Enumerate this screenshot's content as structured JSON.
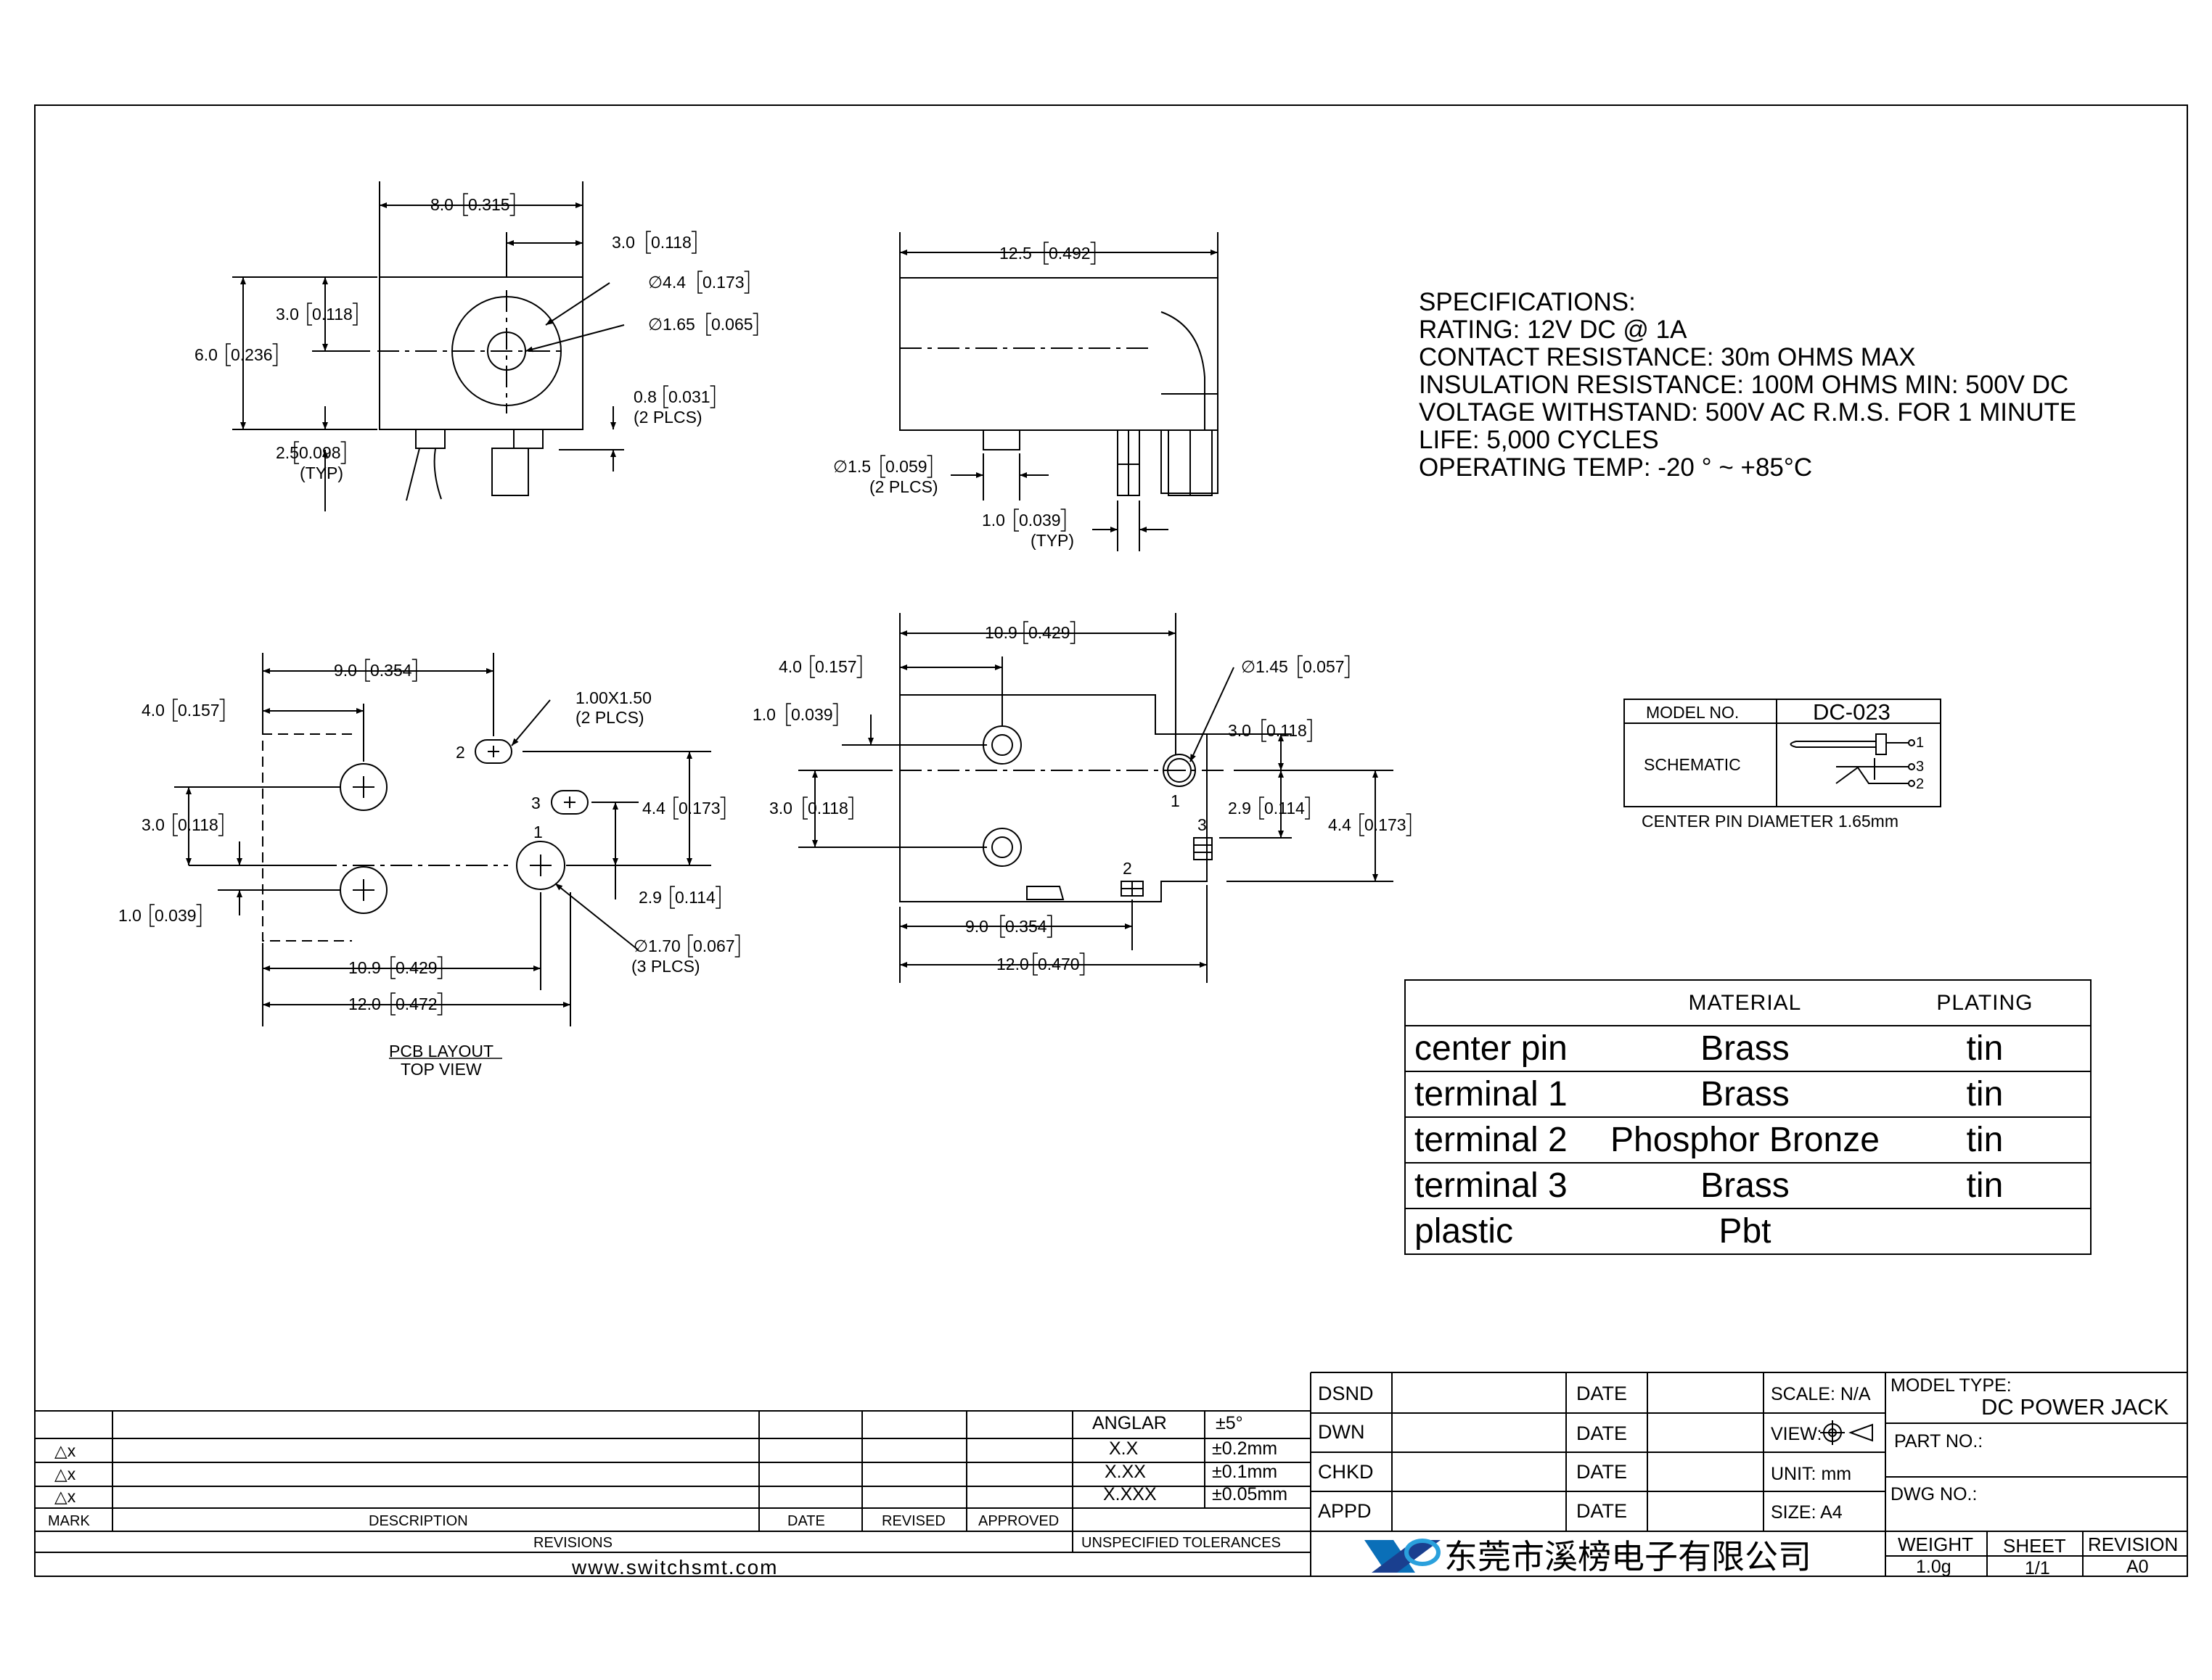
{
  "specifications": {
    "heading": "SPECIFICATIONS:",
    "lines": [
      "RATING: 12V DC @ 1A",
      "CONTACT RESISTANCE: 30m OHMS MAX",
      "INSULATION RESISTANCE: 100M OHMS MIN: 500V DC",
      "VOLTAGE WITHSTAND: 500V AC R.M.S. FOR 1 MINUTE",
      "LIFE: 5,000 CYCLES",
      "OPERATING TEMP: -20 ° ~ +85°C"
    ]
  },
  "model_box": {
    "model_label": "MODEL NO.",
    "model_value": "DC-023",
    "schematic_label": "SCHEMATIC",
    "pins": [
      "1",
      "3",
      "2"
    ],
    "note": "CENTER PIN DIAMETER 1.65mm"
  },
  "materials": {
    "headers": [
      "MATERIAL",
      "PLATING"
    ],
    "rows": [
      {
        "part": "center pin",
        "material": "Brass",
        "plating": "tin"
      },
      {
        "part": "terminal 1",
        "material": "Brass",
        "plating": "tin"
      },
      {
        "part": "terminal 2",
        "material": "Phosphor Bronze",
        "plating": "tin"
      },
      {
        "part": "terminal 3",
        "material": "Brass",
        "plating": "tin"
      },
      {
        "part": "plastic",
        "material": "Pbt",
        "plating": ""
      }
    ]
  },
  "front_view": {
    "d1": "8.0",
    "d1i": "0.315",
    "d2": "3.0",
    "d2i": "0.118",
    "d3": "4.4",
    "d3i": "0.173",
    "d4": "1.65",
    "d4i": "0.065",
    "d5": "3.0",
    "d5i": "0.118",
    "d6": "6.0",
    "d6i": "0.236",
    "d7": "0.8",
    "d7i": "0.031",
    "d7n": "(2 PLCS)",
    "d8": "2.5",
    "d8i": "0.098",
    "d8n": "(TYP)"
  },
  "side_view": {
    "d1": "12.5",
    "d1i": "0.492",
    "d2": "1.5",
    "d2i": "0.059",
    "d2n": "(2 PLCS)",
    "d3": "1.0",
    "d3i": "0.039",
    "d3n": "(TYP)"
  },
  "pcb_layout": {
    "d1": "9.0",
    "d1i": "0.354",
    "d2": "4.0",
    "d2i": "0.157",
    "slot": "1.00X1.50",
    "slot_n": "(2 PLCS)",
    "d3": "3.0",
    "d3i": "0.118",
    "d4": "4.4",
    "d4i": "0.173",
    "d5": "1.0",
    "d5i": "0.039",
    "d6": "2.9",
    "d6i": "0.114",
    "hole": "1.70",
    "hole_i": "0.067",
    "hole_n": "(3 PLCS)",
    "d7": "10.9",
    "d7i": "0.429",
    "d8": "12.0",
    "d8i": "0.472",
    "pins": [
      "2",
      "3",
      "1"
    ],
    "title": "PCB LAYOUT",
    "subtitle": "TOP VIEW"
  },
  "bottom_view": {
    "d1": "10.9",
    "d1i": "0.429",
    "d2": "4.0",
    "d2i": "0.157",
    "d3": "1.45",
    "d3i": "0.057",
    "d4": "1.0",
    "d4i": "0.039",
    "d5": "3.0",
    "d5i": "0.118",
    "d6": "3.0",
    "d6i": "0.118",
    "d7": "2.9",
    "d7i": "0.114",
    "d8": "4.4",
    "d8i": "0.173",
    "d9": "9.0",
    "d9i": "0.354",
    "d10": "12.0",
    "d10i": "0.470",
    "pins": [
      "1",
      "3",
      "2"
    ]
  },
  "title_block": {
    "marks": [
      "△x",
      "△x",
      "△x"
    ],
    "col_mark": "MARK",
    "col_desc": "DESCRIPTION",
    "col_date": "DATE",
    "col_revised": "REVISED",
    "col_approved": "APPROVED",
    "revisions": "REVISIONS",
    "website": "www.switchsmt.com",
    "tol_rows": [
      {
        "label": "ANGLAR",
        "value": "±5°"
      },
      {
        "label": "X.X",
        "value": "±0.2mm"
      },
      {
        "label": "X.XX",
        "value": "±0.1mm"
      },
      {
        "label": "X.XXX",
        "value": "±0.05mm"
      }
    ],
    "tol_title": "UNSPECIFIED TOLERANCES",
    "sign_rows": [
      "DSND",
      "DWN",
      "CHKD",
      "APPD"
    ],
    "date_label": "DATE",
    "scale": "SCALE: N/A",
    "view": "VIEW:",
    "unit": "UNIT: mm",
    "size": "SIZE: A4",
    "model_type_label": "MODEL TYPE:",
    "model_type": "DC POWER JACK",
    "part_no": "PART NO.:",
    "dwg_no": "DWG NO.:",
    "company": "东莞市溪榜电子有限公司",
    "weight_label": "WEIGHT",
    "weight": "1.0g",
    "sheet_label": "SHEET",
    "sheet": "1/1",
    "revision_label": "REVISION",
    "revision": "A0"
  }
}
